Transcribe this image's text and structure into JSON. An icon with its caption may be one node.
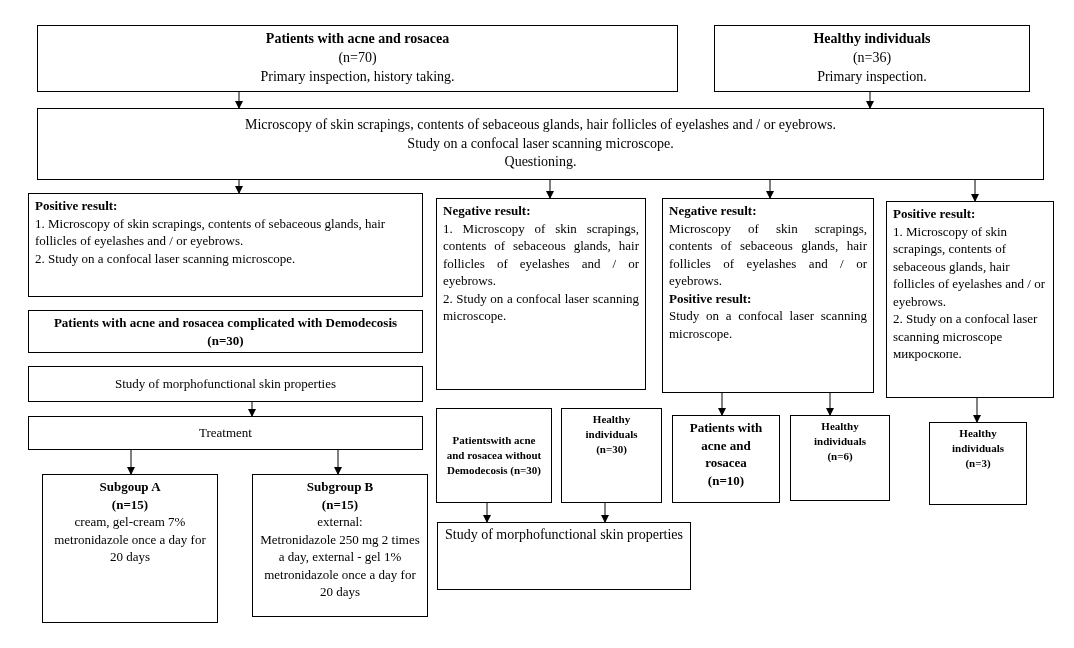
{
  "diagram": {
    "nodes": [
      {
        "text": [
          "Patients with acne and rosacea",
          "(n=70)",
          "Primary inspection, history taking."
        ]
      },
      {
        "text": [
          "Healthy individuals",
          "(n=36)",
          "Primary inspection."
        ]
      },
      {
        "text": [
          "Microscopy of skin scrapings, contents of sebaceous glands, hair follicles of eyelashes and / or eyebrows.",
          "Study on a confocal laser scanning microscope.",
          "Questioning."
        ]
      },
      {
        "text": [
          "Positive result:",
          "1. Microscopy of skin scrapings, contents of sebaceous glands, hair follicles of eyelashes and / or eyebrows.",
          "2. Study on a confocal laser scanning microscope."
        ]
      },
      {
        "text": [
          "Negative result:",
          "1. Microscopy of skin scrapings, contents of sebaceous glands, hair follicles of eyelashes and / or eyebrows.",
          "2. Study on a confocal laser scanning microscope."
        ]
      },
      {
        "text": [
          "Negative result:",
          "Microscopy of skin scrapings, contents of sebaceous glands, hair follicles of eyelashes and / or eyebrows.",
          "Positive result:",
          "Study on a confocal laser scanning microscope."
        ]
      },
      {
        "text": [
          "Positive result:",
          "1. Microscopy of skin scrapings, contents of sebaceous glands, hair follicles of eyelashes and / or eyebrows.",
          "2. Study on a confocal laser scanning microscope микроскопе."
        ]
      },
      {
        "text": [
          "Patients with acne and rosacea complicated with Demodecosis (n=30)"
        ]
      },
      {
        "text": [
          "Study of morphofunctional skin properties"
        ]
      },
      {
        "text": [
          "Treatment"
        ]
      },
      {
        "text": [
          "Subgoup A",
          "(n=15)",
          "cream, gel-cream 7% metronidazole once a day for 20 days"
        ]
      },
      {
        "text": [
          "Subgroup B",
          "(n=15)",
          "external:",
          "Metronidazole 250 mg 2 times a day, external - gel 1% metronidazole once a day for 20 days"
        ]
      },
      {
        "text": [
          "Patientswith acne and rosacea without Demodecosis (n=30)"
        ]
      },
      {
        "text": [
          "Healthy individuals",
          "(n=30)"
        ]
      },
      {
        "text": [
          "Study of morphofunctional skin properties"
        ]
      },
      {
        "text": [
          "Patients with acne and rosacea",
          "(n=10)"
        ]
      },
      {
        "text": [
          "Healthy individuals",
          "(n=6)"
        ]
      },
      {
        "text": [
          "Healthy individuals",
          "(n=3)"
        ]
      }
    ],
    "edges": [
      {
        "from": 0,
        "to": 2,
        "arrow": "to"
      },
      {
        "from": 1,
        "to": 2,
        "arrow": "to"
      },
      {
        "from": 2,
        "to": 3,
        "arrow": "to"
      },
      {
        "from": 2,
        "to": 4,
        "arrow": "to"
      },
      {
        "from": 2,
        "to": 5,
        "arrow": "to"
      },
      {
        "from": 2,
        "to": 6,
        "arrow": "to"
      },
      {
        "from": 8,
        "to": 9,
        "arrow": "to"
      },
      {
        "from": 9,
        "to": 10,
        "arrow": "to"
      },
      {
        "from": 9,
        "to": 11,
        "arrow": "to"
      },
      {
        "from": 12,
        "to": 14,
        "arrow": "to"
      },
      {
        "from": 13,
        "to": 14,
        "arrow": "to"
      },
      {
        "from": 5,
        "to": 15,
        "arrow": "to"
      },
      {
        "from": 5,
        "to": 16,
        "arrow": "to"
      },
      {
        "from": 6,
        "to": 17,
        "arrow": "to"
      }
    ]
  }
}
